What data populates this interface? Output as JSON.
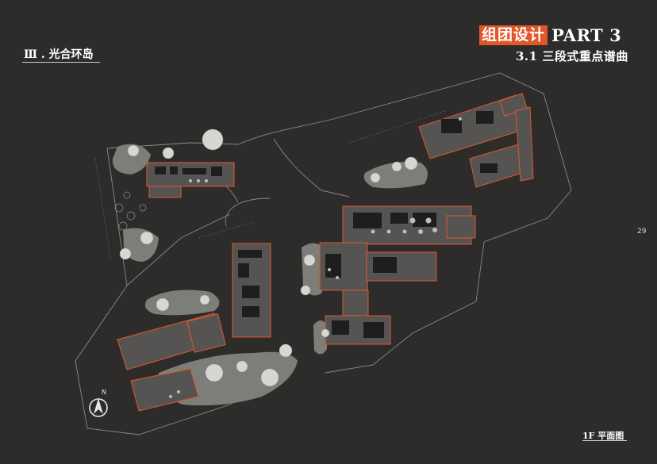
{
  "header": {
    "title_cn": "组团设计",
    "title_en": "PART 3",
    "subtitle": "3.1 三段式重点谱曲"
  },
  "section": {
    "label": "Ⅲ . 光合环岛"
  },
  "page": {
    "number": "29"
  },
  "plan": {
    "label": "1F 平面图"
  },
  "north_arrow": {
    "label": "N"
  },
  "colors": {
    "accent": "#e2572a",
    "background": "#2d2c2a",
    "building": "#555452",
    "outline": "#e2572a"
  }
}
